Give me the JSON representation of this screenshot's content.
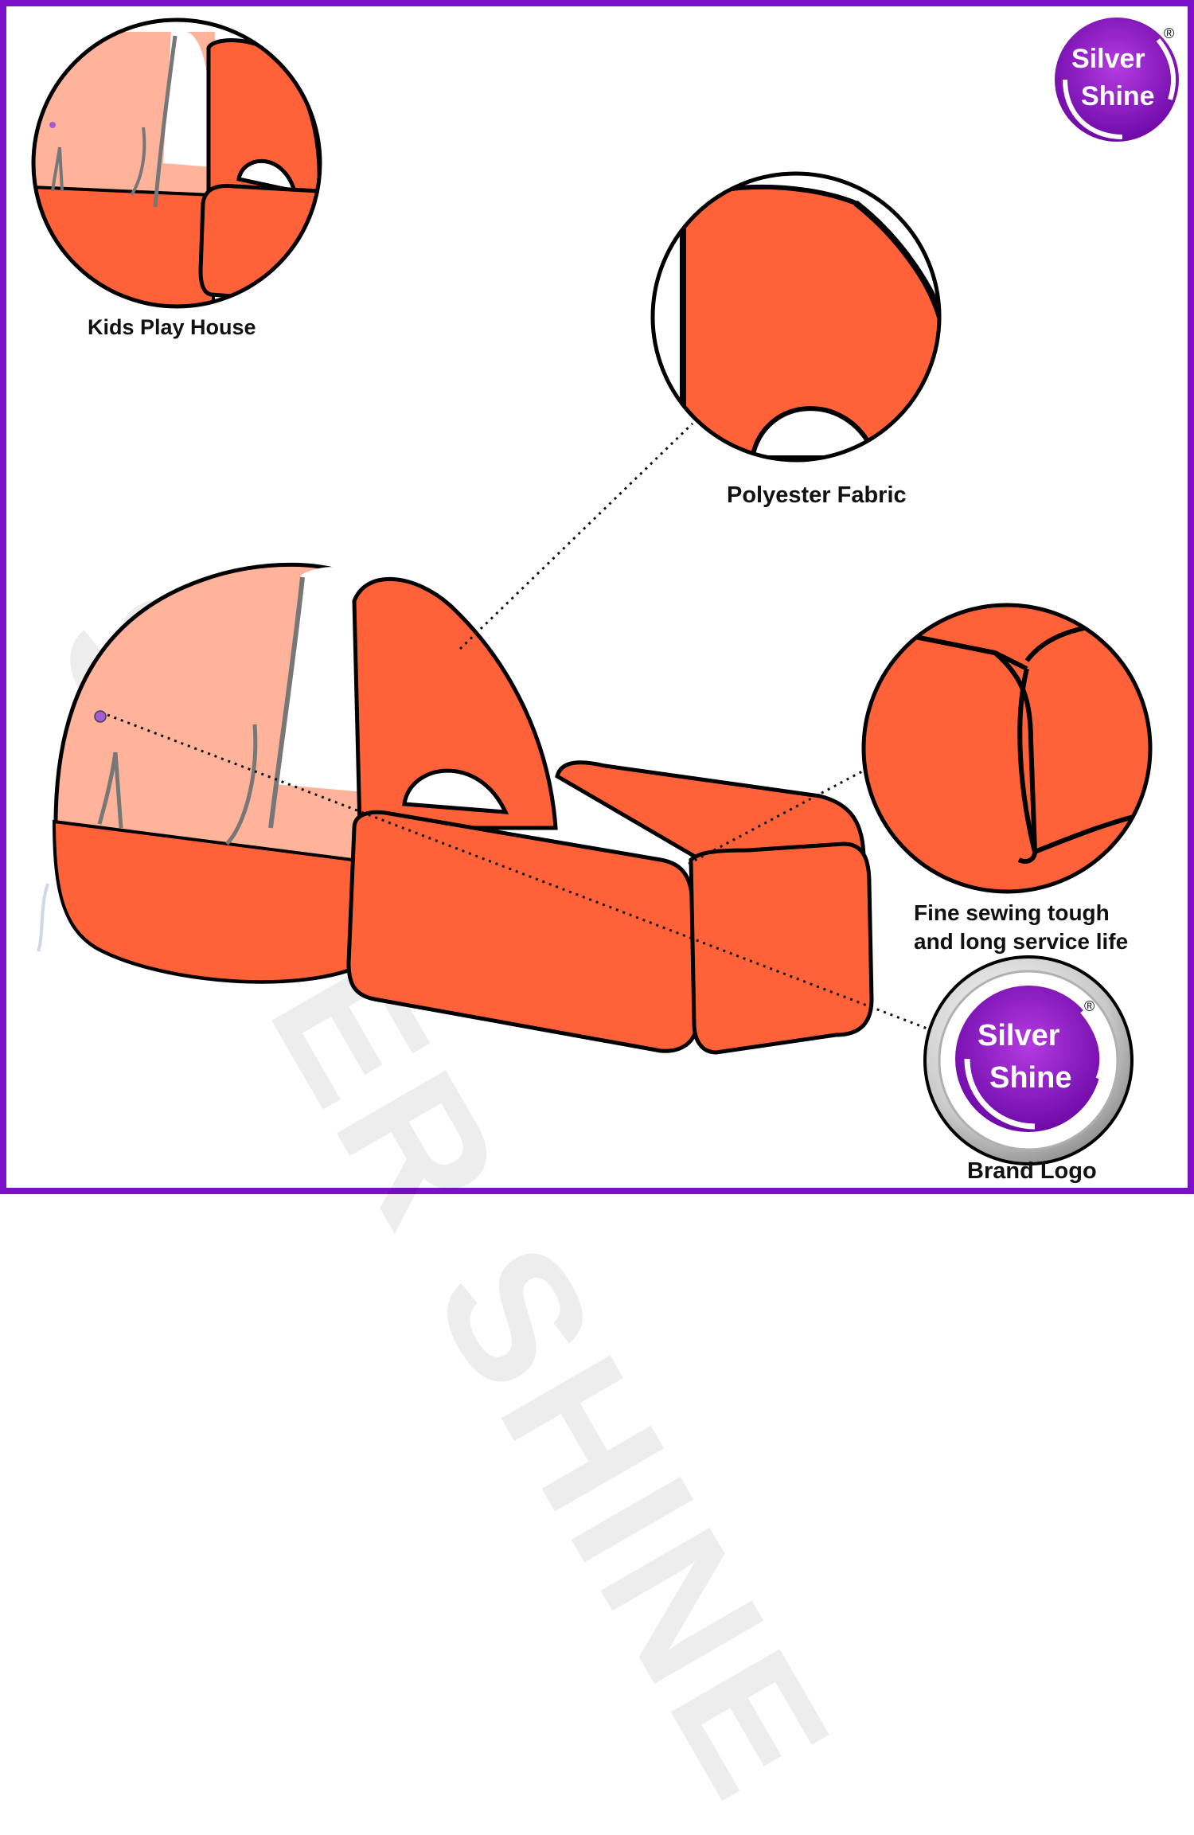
{
  "watermark": "SILVER SHINE",
  "brand": {
    "word1": "Silver",
    "word2": "Shine",
    "registered": "®"
  },
  "callouts": {
    "kids_play_house": "Kids Play House",
    "polyester_fabric": "Polyester Fabric",
    "sewing_line1": "Fine sewing tough",
    "sewing_line2": "and long service life",
    "brand_logo": "Brand Logo"
  },
  "colors": {
    "border": "#7a10c8",
    "fabric_orange": "#ff6238",
    "mesh_peach": "#ffb39b",
    "logo_purple": "#8a12c2",
    "outline": "#000000"
  }
}
